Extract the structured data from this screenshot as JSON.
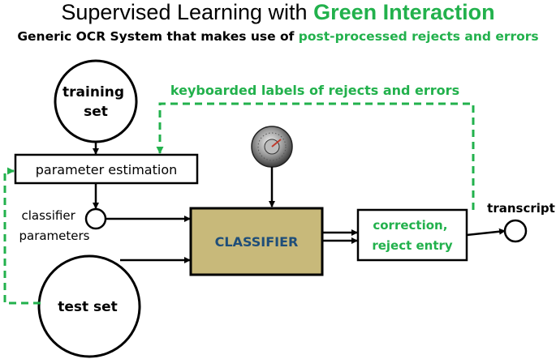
{
  "title": {
    "prefix": "Supervised Learning with ",
    "highlight": "Green Interaction"
  },
  "subtitle": {
    "prefix": "Generic OCR System that makes use of ",
    "highlight": "post-processed rejects and errors"
  },
  "nodes": {
    "training_set": [
      "training",
      "set"
    ],
    "test_set": "test set",
    "parameter_estimation": "parameter estimation",
    "classifier_parameters": [
      "classifier",
      "parameters"
    ],
    "classifier": "CLASSIFIER",
    "correction": [
      "correction,",
      "reject entry"
    ],
    "transcript": "transcript"
  },
  "feedback_label": "keyboarded labels of rejects and errors",
  "icons": {
    "knob": "dial-knob-icon"
  },
  "colors": {
    "accent_green": "#22b14c",
    "classifier_fill": "#c8b97a",
    "classifier_text": "#1f4e79",
    "line": "#000000"
  }
}
